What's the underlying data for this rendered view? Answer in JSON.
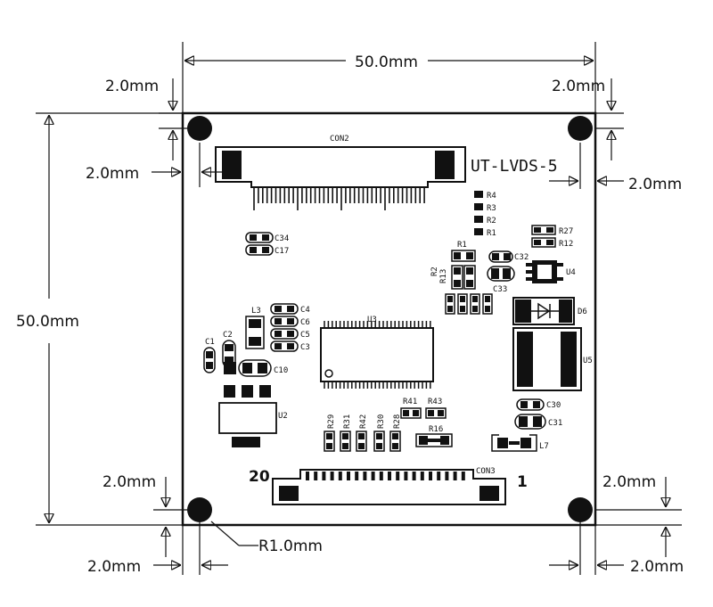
{
  "dimensions": {
    "board_width": "50.0mm",
    "board_height": "50.0mm",
    "top_left_margin": "2.0mm",
    "top_right_margin": "2.0mm",
    "left_inset": "2.0mm",
    "right_inset": "2.0mm",
    "bottom_left_upper": "2.0mm",
    "bottom_right_upper": "2.0mm",
    "bottom_left_lower": "2.0mm",
    "bottom_right_lower": "2.0mm",
    "hole_radius": "R1.0mm"
  },
  "board": {
    "title": "UT-LVDS-5",
    "connector_top": "CON2",
    "connector_bottom": "CON3",
    "pin_first": "20",
    "pin_last": "1"
  },
  "components": {
    "r4": "R4",
    "r3": "R3",
    "r2": "R2",
    "r1": "R1",
    "r1b": "R1",
    "r27": "R27",
    "r12": "R12",
    "c32": "C32",
    "c33": "C33",
    "u4": "U4",
    "d6": "D6",
    "u5": "U5",
    "c34": "C34",
    "c17": "C17",
    "l3": "L3",
    "c4": "C4",
    "c6": "C6",
    "c5": "C5",
    "c3": "C3",
    "u3": "U3",
    "c1": "C1",
    "c2": "C2",
    "c10": "C10",
    "u2": "U2",
    "r41": "R41",
    "r43": "R43",
    "r29": "R29",
    "r31": "R31",
    "r42": "R42",
    "r30": "R30",
    "r28": "R28",
    "r16": "R16",
    "c30": "C30",
    "c31": "C31",
    "l7": "L7",
    "r2v": "R2",
    "r13": "R13"
  }
}
